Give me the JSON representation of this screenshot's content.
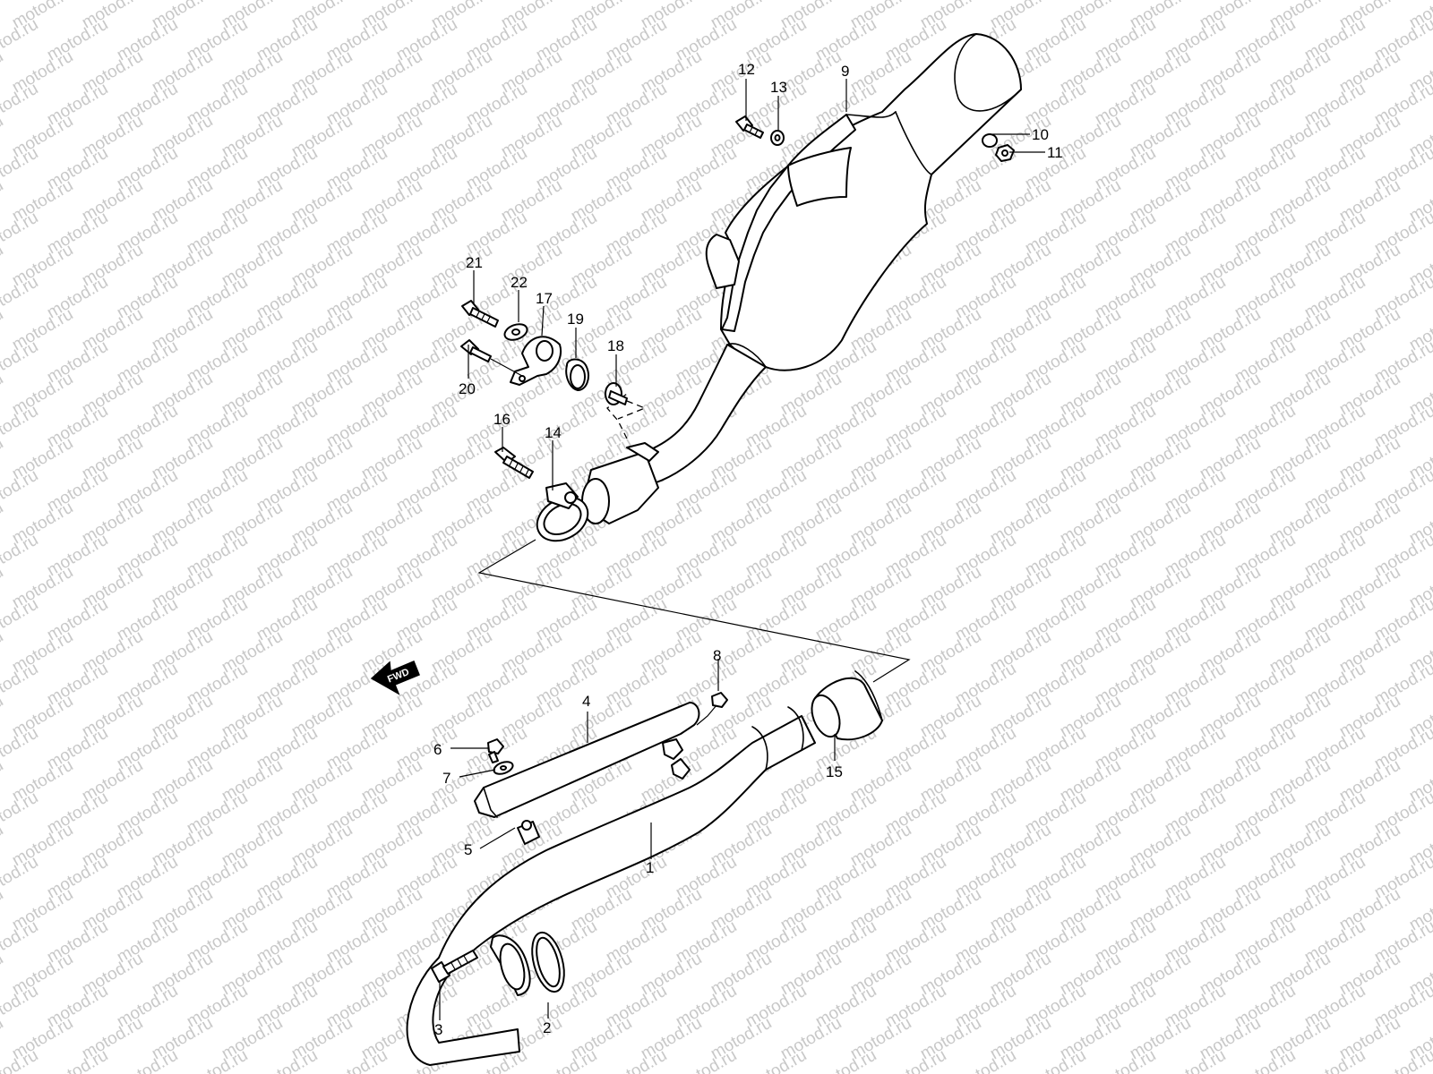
{
  "watermark": {
    "text": "motod.ru"
  },
  "direction_arrow": {
    "label": "FWD",
    "icon": "arrow-left-icon"
  },
  "callouts": [
    {
      "id": "1"
    },
    {
      "id": "2"
    },
    {
      "id": "3"
    },
    {
      "id": "4"
    },
    {
      "id": "5"
    },
    {
      "id": "6"
    },
    {
      "id": "7"
    },
    {
      "id": "8"
    },
    {
      "id": "9"
    },
    {
      "id": "10"
    },
    {
      "id": "11"
    },
    {
      "id": "12"
    },
    {
      "id": "13"
    },
    {
      "id": "14"
    },
    {
      "id": "15"
    },
    {
      "id": "16"
    },
    {
      "id": "17"
    },
    {
      "id": "18"
    },
    {
      "id": "19"
    },
    {
      "id": "20"
    },
    {
      "id": "21"
    },
    {
      "id": "22"
    }
  ]
}
